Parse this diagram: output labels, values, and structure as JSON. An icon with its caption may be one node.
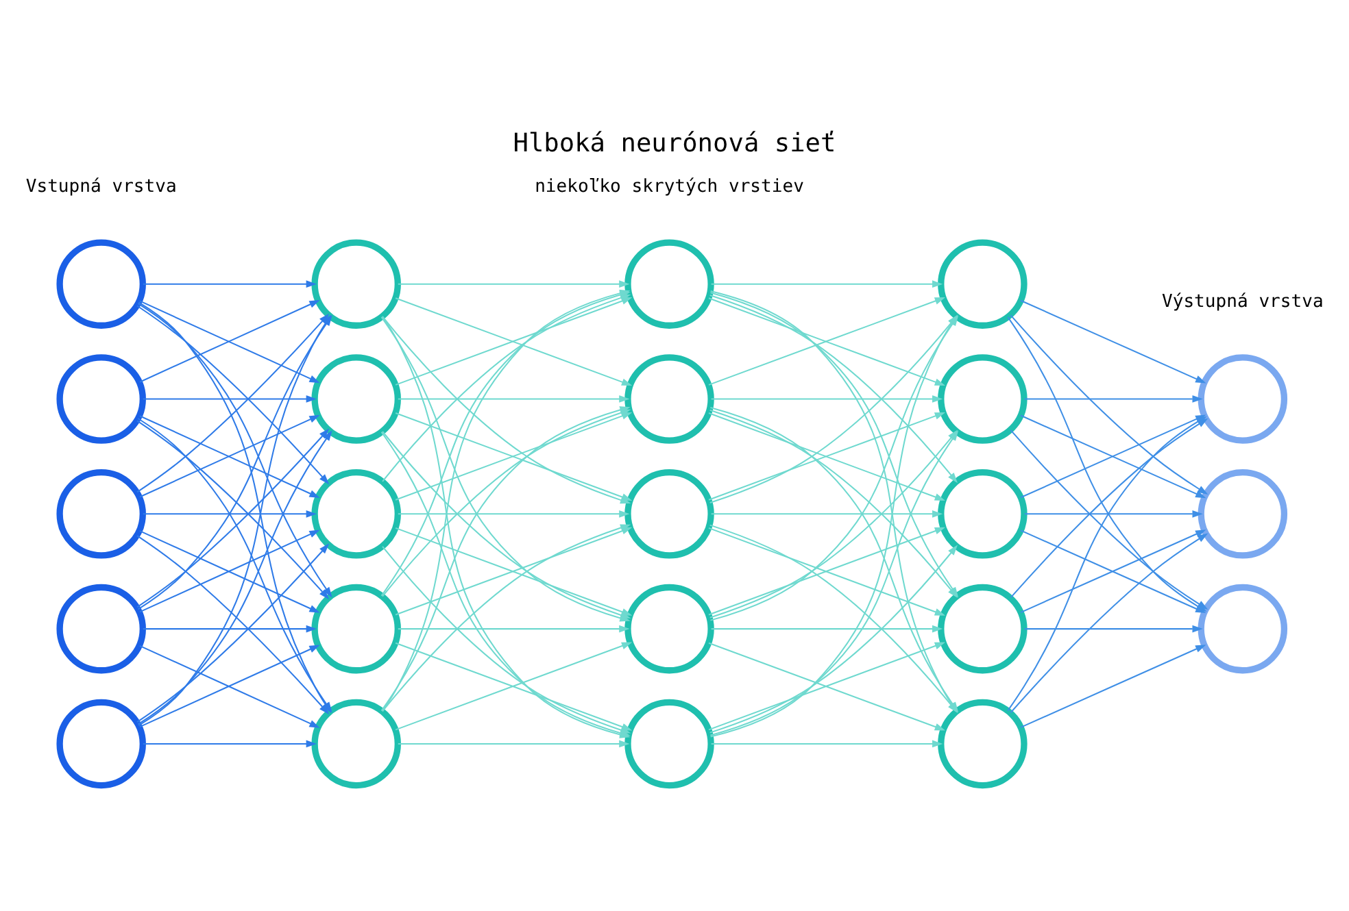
{
  "diagram": {
    "title": "Hlboká neurónová sieť",
    "nodes": [
      {
        "text": [],
        "shape": "circle"
      },
      {
        "text": [],
        "shape": "circle"
      },
      {
        "text": [],
        "shape": "circle"
      },
      {
        "text": [],
        "shape": "circle"
      },
      {
        "text": [],
        "shape": "circle"
      },
      {
        "text": [],
        "shape": "circle"
      },
      {
        "text": [],
        "shape": "circle"
      },
      {
        "text": [],
        "shape": "circle"
      },
      {
        "text": [],
        "shape": "circle"
      },
      {
        "text": [],
        "shape": "circle"
      },
      {
        "text": [],
        "shape": "circle"
      },
      {
        "text": [],
        "shape": "circle"
      },
      {
        "text": [],
        "shape": "circle"
      },
      {
        "text": [],
        "shape": "circle"
      },
      {
        "text": [],
        "shape": "circle"
      },
      {
        "text": [],
        "shape": "circle"
      },
      {
        "text": [],
        "shape": "circle"
      },
      {
        "text": [],
        "shape": "circle"
      },
      {
        "text": [],
        "shape": "circle"
      },
      {
        "text": [],
        "shape": "circle"
      },
      {
        "text": [],
        "shape": "circle"
      },
      {
        "text": [],
        "shape": "circle"
      },
      {
        "text": [],
        "shape": "circle"
      }
    ],
    "edges": [
      {
        "from": 0,
        "to": 5,
        "arrow": "to",
        "color": "#2f7be8"
      },
      {
        "from": 0,
        "to": 6,
        "arrow": "to",
        "color": "#2f7be8"
      },
      {
        "from": 0,
        "to": 7,
        "arrow": "to",
        "color": "#2f7be8"
      },
      {
        "from": 0,
        "to": 8,
        "arrow": "to",
        "color": "#2f7be8"
      },
      {
        "from": 0,
        "to": 9,
        "arrow": "to",
        "color": "#2f7be8"
      },
      {
        "from": 1,
        "to": 5,
        "arrow": "to",
        "color": "#2f7be8"
      },
      {
        "from": 1,
        "to": 6,
        "arrow": "to",
        "color": "#2f7be8"
      },
      {
        "from": 1,
        "to": 7,
        "arrow": "to",
        "color": "#2f7be8"
      },
      {
        "from": 1,
        "to": 8,
        "arrow": "to",
        "color": "#2f7be8"
      },
      {
        "from": 1,
        "to": 9,
        "arrow": "to",
        "color": "#2f7be8"
      },
      {
        "from": 2,
        "to": 5,
        "arrow": "to",
        "color": "#2f7be8"
      },
      {
        "from": 2,
        "to": 6,
        "arrow": "to",
        "color": "#2f7be8"
      },
      {
        "from": 2,
        "to": 7,
        "arrow": "to",
        "color": "#2f7be8"
      },
      {
        "from": 2,
        "to": 8,
        "arrow": "to",
        "color": "#2f7be8"
      },
      {
        "from": 2,
        "to": 9,
        "arrow": "to",
        "color": "#2f7be8"
      },
      {
        "from": 3,
        "to": 5,
        "arrow": "to",
        "color": "#2f7be8"
      },
      {
        "from": 3,
        "to": 6,
        "arrow": "to",
        "color": "#2f7be8"
      },
      {
        "from": 3,
        "to": 7,
        "arrow": "to",
        "color": "#2f7be8"
      },
      {
        "from": 3,
        "to": 8,
        "arrow": "to",
        "color": "#2f7be8"
      },
      {
        "from": 3,
        "to": 9,
        "arrow": "to",
        "color": "#2f7be8"
      },
      {
        "from": 4,
        "to": 5,
        "arrow": "to",
        "color": "#2f7be8"
      },
      {
        "from": 4,
        "to": 6,
        "arrow": "to",
        "color": "#2f7be8"
      },
      {
        "from": 4,
        "to": 7,
        "arrow": "to",
        "color": "#2f7be8"
      },
      {
        "from": 4,
        "to": 8,
        "arrow": "to",
        "color": "#2f7be8"
      },
      {
        "from": 4,
        "to": 9,
        "arrow": "to",
        "color": "#2f7be8"
      },
      {
        "from": 5,
        "to": 10,
        "arrow": "to"
      },
      {
        "from": 5,
        "to": 11,
        "arrow": "to"
      },
      {
        "from": 5,
        "to": 12,
        "arrow": "to"
      },
      {
        "from": 5,
        "to": 13,
        "arrow": "to"
      },
      {
        "from": 5,
        "to": 14,
        "arrow": "to"
      },
      {
        "from": 6,
        "to": 10,
        "arrow": "to"
      },
      {
        "from": 6,
        "to": 11,
        "arrow": "to"
      },
      {
        "from": 6,
        "to": 12,
        "arrow": "to"
      },
      {
        "from": 6,
        "to": 13,
        "arrow": "to"
      },
      {
        "from": 6,
        "to": 14,
        "arrow": "to"
      },
      {
        "from": 7,
        "to": 10,
        "arrow": "to"
      },
      {
        "from": 7,
        "to": 11,
        "arrow": "to"
      },
      {
        "from": 7,
        "to": 12,
        "arrow": "to"
      },
      {
        "from": 7,
        "to": 13,
        "arrow": "to"
      },
      {
        "from": 7,
        "to": 14,
        "arrow": "to"
      },
      {
        "from": 8,
        "to": 10,
        "arrow": "to"
      },
      {
        "from": 8,
        "to": 11,
        "arrow": "to"
      },
      {
        "from": 8,
        "to": 12,
        "arrow": "to"
      },
      {
        "from": 8,
        "to": 13,
        "arrow": "to"
      },
      {
        "from": 8,
        "to": 14,
        "arrow": "to"
      },
      {
        "from": 9,
        "to": 10,
        "arrow": "to"
      },
      {
        "from": 9,
        "to": 11,
        "arrow": "to"
      },
      {
        "from": 9,
        "to": 12,
        "arrow": "to"
      },
      {
        "from": 9,
        "to": 13,
        "arrow": "to"
      },
      {
        "from": 9,
        "to": 14,
        "arrow": "to"
      },
      {
        "from": 10,
        "to": 15,
        "arrow": "to"
      },
      {
        "from": 10,
        "to": 16,
        "arrow": "to"
      },
      {
        "from": 10,
        "to": 17,
        "arrow": "to"
      },
      {
        "from": 10,
        "to": 18,
        "arrow": "to"
      },
      {
        "from": 10,
        "to": 19,
        "arrow": "to"
      },
      {
        "from": 11,
        "to": 15,
        "arrow": "to"
      },
      {
        "from": 11,
        "to": 16,
        "arrow": "to"
      },
      {
        "from": 11,
        "to": 17,
        "arrow": "to"
      },
      {
        "from": 11,
        "to": 18,
        "arrow": "to"
      },
      {
        "from": 11,
        "to": 19,
        "arrow": "to"
      },
      {
        "from": 12,
        "to": 15,
        "arrow": "to"
      },
      {
        "from": 12,
        "to": 16,
        "arrow": "to"
      },
      {
        "from": 12,
        "to": 17,
        "arrow": "to"
      },
      {
        "from": 12,
        "to": 18,
        "arrow": "to"
      },
      {
        "from": 12,
        "to": 19,
        "arrow": "to"
      },
      {
        "from": 13,
        "to": 15,
        "arrow": "to"
      },
      {
        "from": 13,
        "to": 16,
        "arrow": "to"
      },
      {
        "from": 13,
        "to": 17,
        "arrow": "to"
      },
      {
        "from": 13,
        "to": 18,
        "arrow": "to"
      },
      {
        "from": 13,
        "to": 19,
        "arrow": "to"
      },
      {
        "from": 14,
        "to": 15,
        "arrow": "to"
      },
      {
        "from": 14,
        "to": 16,
        "arrow": "to"
      },
      {
        "from": 14,
        "to": 17,
        "arrow": "to"
      },
      {
        "from": 14,
        "to": 18,
        "arrow": "to"
      },
      {
        "from": 14,
        "to": 19,
        "arrow": "to"
      },
      {
        "from": 15,
        "to": 20,
        "arrow": "to",
        "color": "#3f8fe6"
      },
      {
        "from": 15,
        "to": 21,
        "arrow": "to",
        "color": "#3f8fe6"
      },
      {
        "from": 15,
        "to": 22,
        "arrow": "to",
        "color": "#3f8fe6"
      },
      {
        "from": 16,
        "to": 20,
        "arrow": "to",
        "color": "#3f8fe6"
      },
      {
        "from": 16,
        "to": 21,
        "arrow": "to",
        "color": "#3f8fe6"
      },
      {
        "from": 16,
        "to": 22,
        "arrow": "to",
        "color": "#3f8fe6"
      },
      {
        "from": 17,
        "to": 20,
        "arrow": "to",
        "color": "#3f8fe6"
      },
      {
        "from": 17,
        "to": 21,
        "arrow": "to",
        "color": "#3f8fe6"
      },
      {
        "from": 17,
        "to": 22,
        "arrow": "to",
        "color": "#3f8fe6"
      },
      {
        "from": 18,
        "to": 20,
        "arrow": "to",
        "color": "#3f8fe6"
      },
      {
        "from": 18,
        "to": 21,
        "arrow": "to",
        "color": "#3f8fe6"
      },
      {
        "from": 18,
        "to": 22,
        "arrow": "to",
        "color": "#3f8fe6"
      },
      {
        "from": 19,
        "to": 20,
        "arrow": "to",
        "color": "#3f8fe6"
      },
      {
        "from": 19,
        "to": 21,
        "arrow": "to",
        "color": "#3f8fe6"
      },
      {
        "from": 19,
        "to": 22,
        "arrow": "to",
        "color": "#3f8fe6"
      }
    ],
    "labels": [
      "niekoľko skrytých vrstiev",
      "Vstupná vrstva",
      "Výstupná vrstva"
    ]
  }
}
